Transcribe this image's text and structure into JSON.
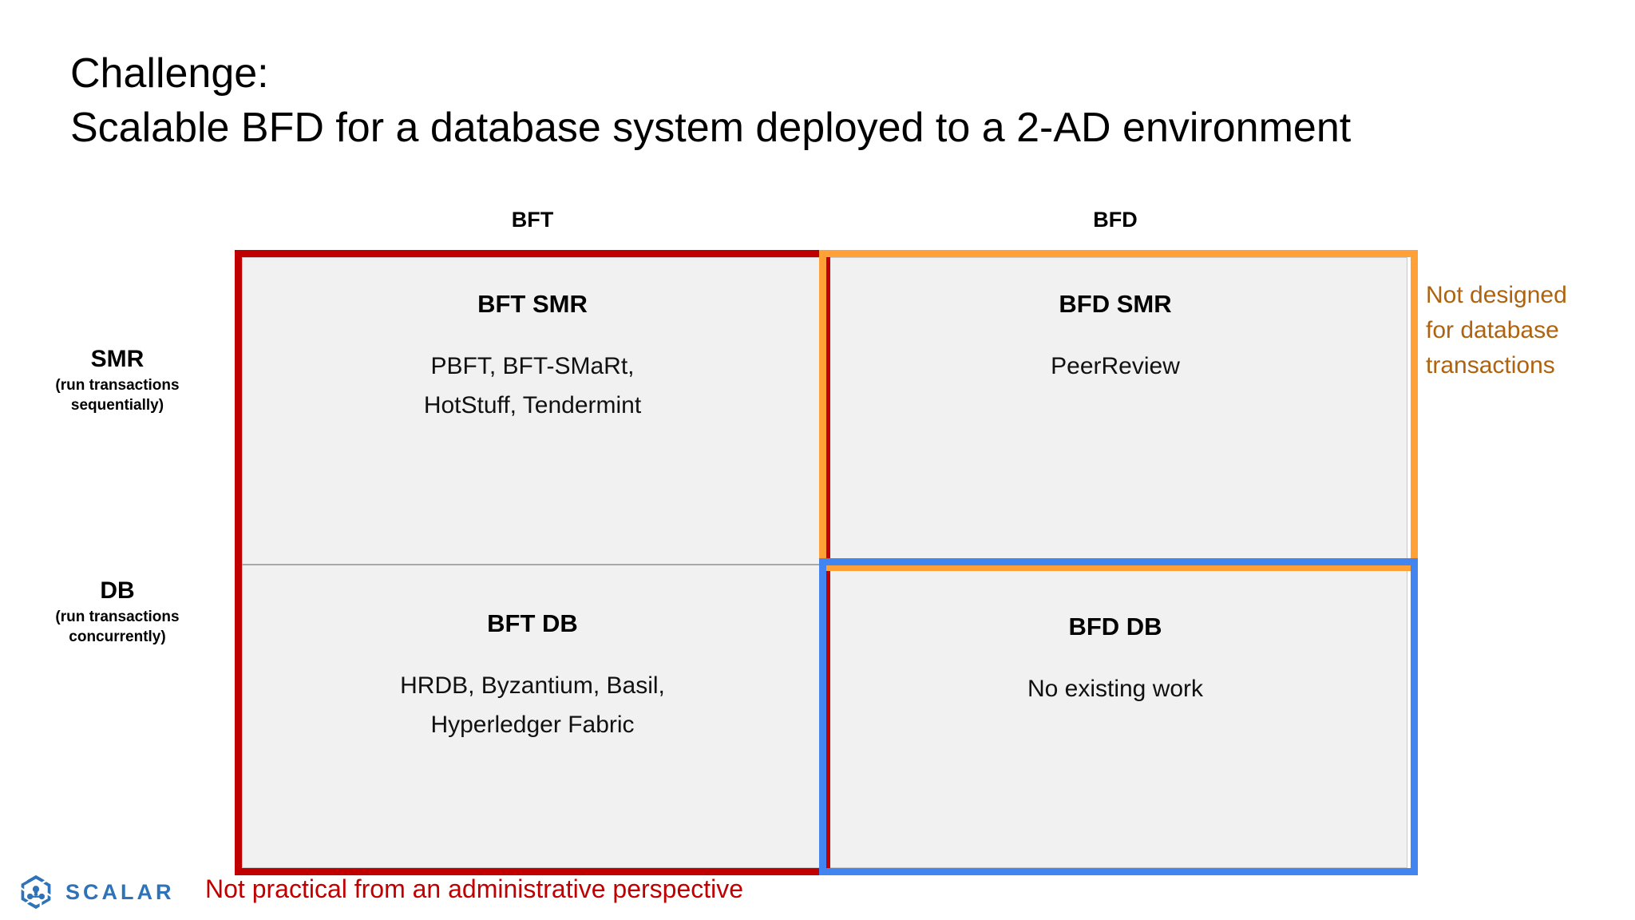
{
  "slide": {
    "title_lines": [
      "Challenge:",
      "Scalable BFD for a database system deployed to a 2-AD environment"
    ],
    "bottom_note": "Not practical from an administrative perspective",
    "side_note_lines": [
      "Not designed",
      "for database",
      "transactions"
    ]
  },
  "matrix": {
    "columns": [
      {
        "label": "BFT"
      },
      {
        "label": "BFD"
      }
    ],
    "rows": [
      {
        "label": "SMR",
        "sub_line1": "(run transactions",
        "sub_line2": "sequentially)"
      },
      {
        "label": "DB",
        "sub_line1": "(run transactions",
        "sub_line2": "concurrently)"
      }
    ],
    "cells": {
      "bft_smr": {
        "title": "BFT SMR",
        "body": "PBFT, BFT-SMaRt,\nHotStuff, Tendermint"
      },
      "bfd_smr": {
        "title": "BFD SMR",
        "body": "PeerReview"
      },
      "bft_db": {
        "title": "BFT DB",
        "body": "HRDB, Byzantium, Basil,\nHyperledger Fabric"
      },
      "bfd_db": {
        "title": "BFD DB",
        "body": "No existing work"
      }
    }
  },
  "branding": {
    "logo_text": "SCALAR"
  },
  "colors": {
    "bft_frame": "#C00000",
    "bfd_smr_frame": "#FFA136",
    "bfd_db_frame": "#4285F0",
    "cell_fill": "#F1F1F1",
    "side_note": "#AD6310",
    "bottom_note": "#C00000",
    "logo_blue": "#2E73B8"
  }
}
